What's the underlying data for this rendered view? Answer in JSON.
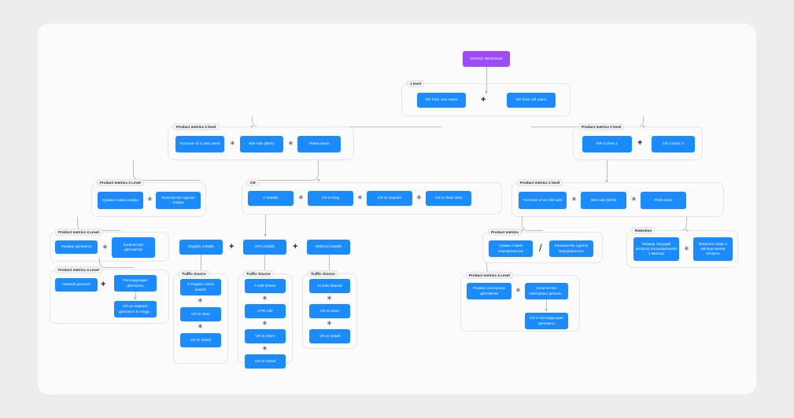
{
  "diagram": {
    "title": "Gross Revenue product metrics tree",
    "colors": {
      "root": "#9b4dfb",
      "node": "#1a8cff",
      "canvas": "#fbfbfc",
      "page": "#ededed",
      "group_border": "#e3e5e8",
      "connector": "#b9bdc4"
    },
    "operators": {
      "multiply": "✳",
      "plus": "+",
      "divide": "/"
    }
  },
  "root": {
    "label": "GROSS REVENUE"
  },
  "groups": {
    "level1": {
      "label": "1 level",
      "nodes": [
        {
          "label": "GR from new users"
        },
        {
          "label": "GR from old users"
        }
      ],
      "operator": "+"
    },
    "new_users_2level": {
      "label": "Product metrics 2 level",
      "nodes": [
        {
          "label": "Turnover of a new users"
        },
        {
          "label": "Win-rate (60%)"
        },
        {
          "label": "#New users"
        }
      ]
    },
    "cohorts_2level": {
      "label": "Product metrics 2 level",
      "nodes": [
        {
          "label": "GR Cohort 1"
        },
        {
          "label": "GR Cohort X"
        }
      ],
      "operator": "+"
    },
    "old_users_2level": {
      "label": "Product metrics 2 level",
      "nodes": [
        {
          "label": "Turnover of an Old user"
        },
        {
          "label": "Win-rate (50%)"
        },
        {
          "label": "#Old users"
        }
      ]
    },
    "metrics_3level": {
      "label": "Product metrics 3 Level",
      "nodes": [
        {
          "label": "Сумма ставок юзера"
        },
        {
          "label": "Количество сделок юзера"
        }
      ]
    },
    "cr": {
      "label": "CR",
      "nodes": [
        {
          "label": "# Installs"
        },
        {
          "label": "CR to Reg"
        },
        {
          "label": "CR to Deposit"
        },
        {
          "label": "CR to Real deal"
        }
      ]
    },
    "returning_metrics": {
      "label": "Product metrics",
      "nodes": [
        {
          "label": "Сумма ставок вернувшегося"
        },
        {
          "label": "Количество сделок вернувшегося"
        }
      ],
      "operator": "/"
    },
    "retention": {
      "label": "Retention",
      "nodes": [
        {
          "label": "Размер текущей когорты пользователей 1 месяца"
        },
        {
          "label": "Retention Rate 2 месяца жизни когорты"
        }
      ]
    },
    "deposits_4level": {
      "label": "Product metrics 4 Level",
      "nodes": [
        {
          "label": "Размер депозита"
        },
        {
          "label": "Количество депозитов"
        }
      ]
    },
    "first_deposit_4level": {
      "label": "Product metrics 4 Level",
      "nodes": [
        {
          "label": "Первый депозит"
        },
        {
          "label": "Последующие депозиты"
        },
        {
          "label": "CR из первого депозита в следу..."
        }
      ],
      "operator": "+"
    },
    "repeat_deposits_4level": {
      "label": "Product metrics 4 Level",
      "nodes": [
        {
          "label": "Размер повторных депозитов"
        },
        {
          "label": "Количество повторных депози..."
        },
        {
          "label": "CR в последующие депозиты"
        }
      ]
    },
    "traffic_organic": {
      "label": "Traffic Source",
      "nodes": [
        {
          "label": "# Organic users search"
        },
        {
          "label": "CR to store"
        },
        {
          "label": "CR to install"
        }
      ]
    },
    "traffic_cpa": {
      "label": "Traffic Source",
      "nodes": [
        {
          "label": "# Ads shown"
        },
        {
          "label": "CTR Ads"
        },
        {
          "label": "CR to Store"
        },
        {
          "label": "CR to install"
        }
      ]
    },
    "traffic_referral": {
      "label": "Traffic Source",
      "nodes": [
        {
          "label": "# Links shared"
        },
        {
          "label": "CR to store"
        },
        {
          "label": "CR to install"
        }
      ]
    }
  },
  "installs_split": {
    "nodes": [
      {
        "label": "Organic installs"
      },
      {
        "label": "CPA installs"
      },
      {
        "label": "Referral installs"
      }
    ],
    "operator": "+"
  }
}
